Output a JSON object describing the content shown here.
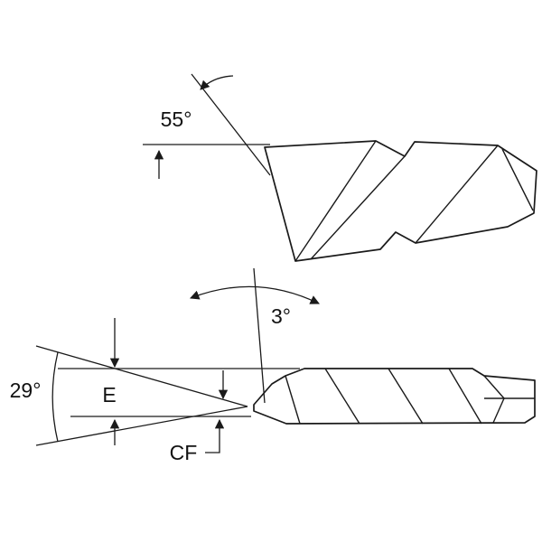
{
  "figure": {
    "background": "#ffffff",
    "line_color": "#1a1a1a",
    "labels": {
      "top_angle": "55°",
      "lead_angle": "3°",
      "included_angle": "29°",
      "depth_dim": "E",
      "corner_dim": "CF"
    }
  }
}
